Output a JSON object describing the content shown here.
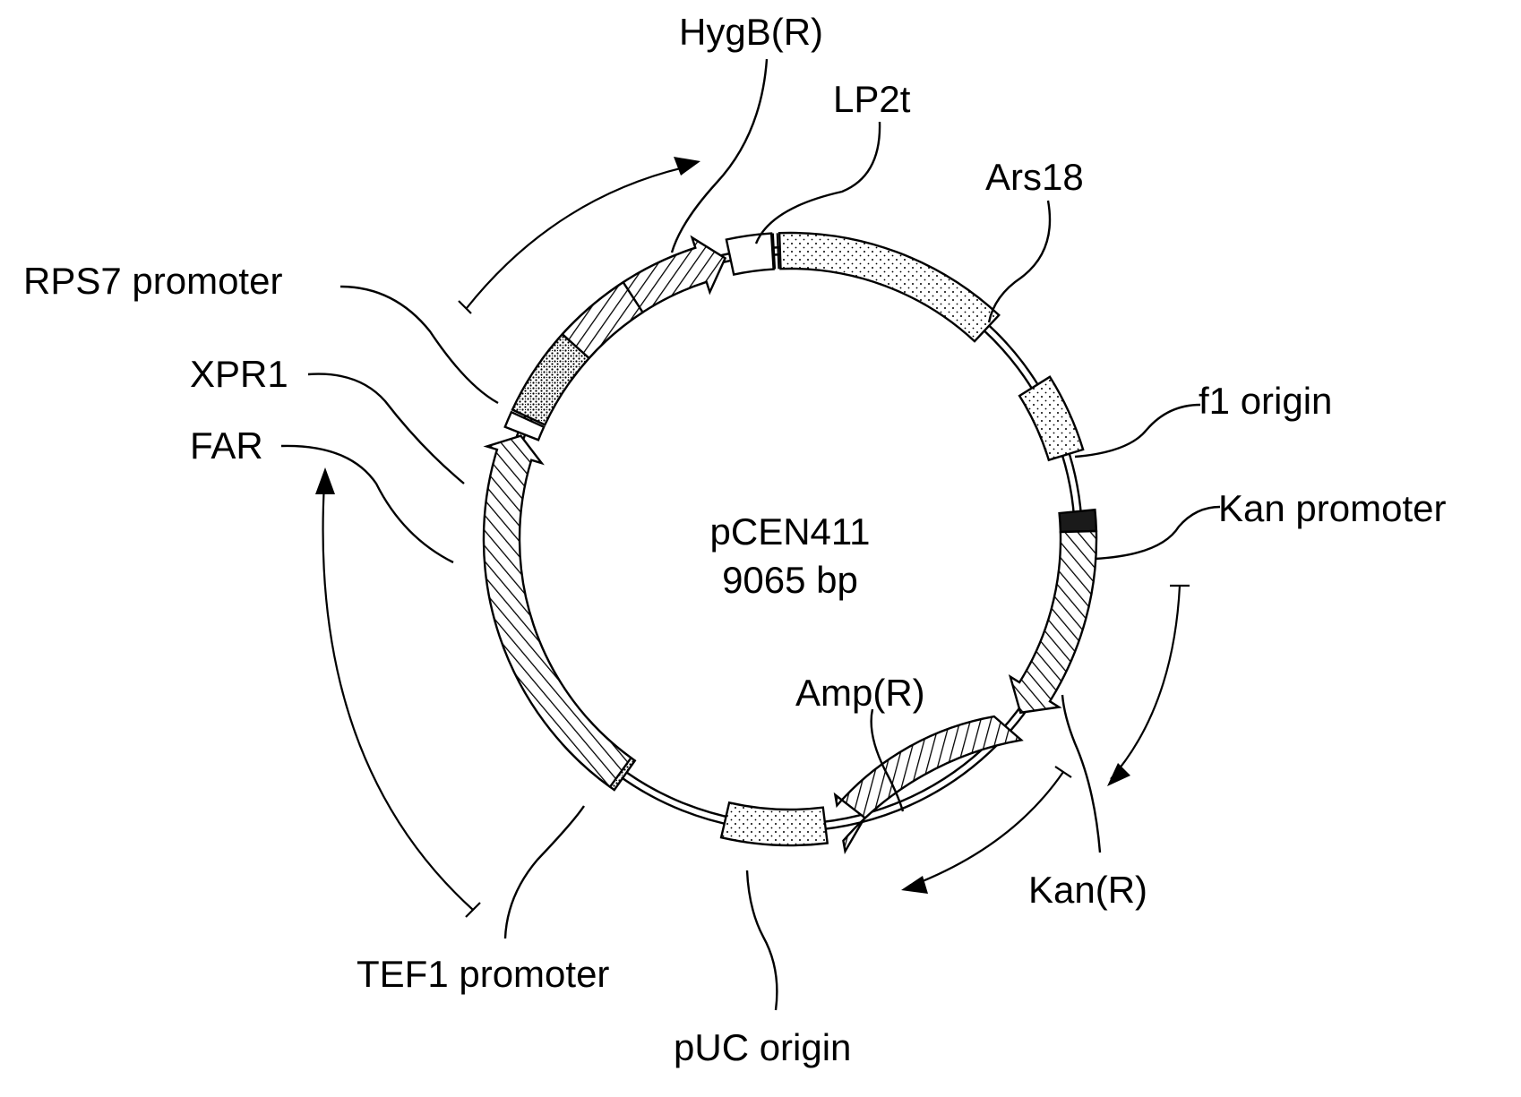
{
  "plasmid": {
    "name": "pCEN411",
    "size": "9065 bp"
  },
  "labels": {
    "hygb": "HygB(R)",
    "lp2t": "LP2t",
    "ars18": "Ars18",
    "f1_origin": "f1 origin",
    "kan_promoter": "Kan promoter",
    "kan_r": "Kan(R)",
    "amp_r": "Amp(R)",
    "puc_origin": "pUC origin",
    "tef1_promoter": "TEF1 promoter",
    "far": "FAR",
    "xpr1": "XPR1",
    "rps7_promoter": "RPS7 promoter"
  }
}
